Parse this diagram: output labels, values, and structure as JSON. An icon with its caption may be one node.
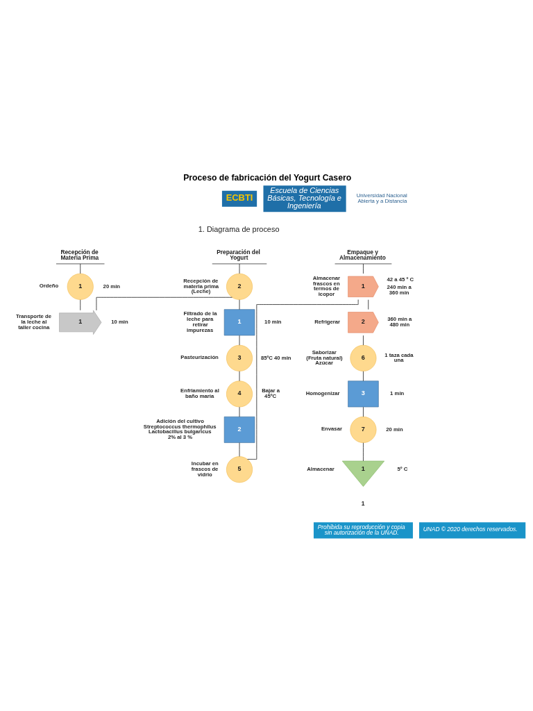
{
  "diagram": {
    "title": "Proceso de fabricación del Yogurt Casero",
    "nodes": [
      {
        "text": [
          "Recepción de Materia Prima"
        ]
      },
      {
        "text": [
          "1"
        ],
        "beside": [
          "Ordeño",
          "20 min"
        ]
      },
      {
        "text": [
          "1"
        ],
        "beside": [
          "Transporte de la leche al taller cocina",
          "10 min"
        ]
      },
      {
        "text": [
          "Preparación del Yogurt"
        ]
      },
      {
        "text": [
          "2"
        ],
        "beside": [
          "Recepción de materia prima (Leche)"
        ]
      },
      {
        "text": [
          "1"
        ],
        "beside": [
          "Filtrado de la leche para retirar impurezas",
          "10 min"
        ]
      },
      {
        "text": [
          "3"
        ],
        "beside": [
          "Pasteurización",
          "85ºC 40 min"
        ]
      },
      {
        "text": [
          "4"
        ],
        "beside": [
          "Enfriamiento al baño maría",
          "Bajar a 45ºC"
        ]
      },
      {
        "text": [
          "2"
        ],
        "beside": [
          "Adición del cultivo Streptococcus thermophilus Lactobacillus bulgaricus 2% al 3 %"
        ]
      },
      {
        "text": [
          "5"
        ],
        "beside": [
          "Incubar en frascos de vidrio"
        ]
      },
      {
        "text": [
          "Empaque y Almacenamiento"
        ]
      },
      {
        "text": [
          "1"
        ],
        "beside": [
          "Almacenar frascos en termos de icopor",
          "42 a 45 º C",
          "240 min a 360 min"
        ]
      },
      {
        "text": [
          "2"
        ],
        "beside": [
          "Refrigerar",
          "360 min a 480 min"
        ]
      },
      {
        "text": [
          "6"
        ],
        "beside": [
          "Saborizar (Fruta natural) Azúcar",
          "1 taza cada una"
        ]
      },
      {
        "text": [
          "3"
        ],
        "beside": [
          "Homogenizar",
          "1 min"
        ]
      },
      {
        "text": [
          "7"
        ],
        "beside": [
          "Envasar",
          "20 min"
        ]
      },
      {
        "text": [
          "1"
        ],
        "beside": [
          "Almacenar",
          "5º C"
        ]
      }
    ],
    "edges": [
      {
        "from": 0,
        "to": 1,
        "arrow": "none"
      },
      {
        "from": 1,
        "to": 2,
        "arrow": "none"
      },
      {
        "from": 2,
        "to": 4,
        "arrow": "none"
      },
      {
        "from": 3,
        "to": 4,
        "arrow": "none"
      },
      {
        "from": 4,
        "to": 5,
        "arrow": "none"
      },
      {
        "from": 5,
        "to": 6,
        "arrow": "none"
      },
      {
        "from": 6,
        "to": 7,
        "arrow": "none"
      },
      {
        "from": 7,
        "to": 8,
        "arrow": "none"
      },
      {
        "from": 8,
        "to": 9,
        "arrow": "none"
      },
      {
        "from": 9,
        "to": 11,
        "arrow": "none"
      },
      {
        "from": 10,
        "to": 11,
        "arrow": "none"
      },
      {
        "from": 11,
        "to": 12,
        "arrow": "none"
      },
      {
        "from": 12,
        "to": 13,
        "arrow": "none"
      },
      {
        "from": 13,
        "to": 14,
        "arrow": "none"
      },
      {
        "from": 14,
        "to": 15,
        "arrow": "none"
      },
      {
        "from": 15,
        "to": 16,
        "arrow": "none"
      }
    ],
    "labels": [
      "ECBTI",
      "Escuela de Ciencias Básicas, Tecnología e Ingeniería",
      "Universidad Nacional Abierta y a Distancia",
      "1. Diagrama de proceso",
      "1",
      "Prohibida su reproducción y copia sin autorización de la UNAD.",
      "UNAD © 2020 derechos reservados."
    ]
  }
}
